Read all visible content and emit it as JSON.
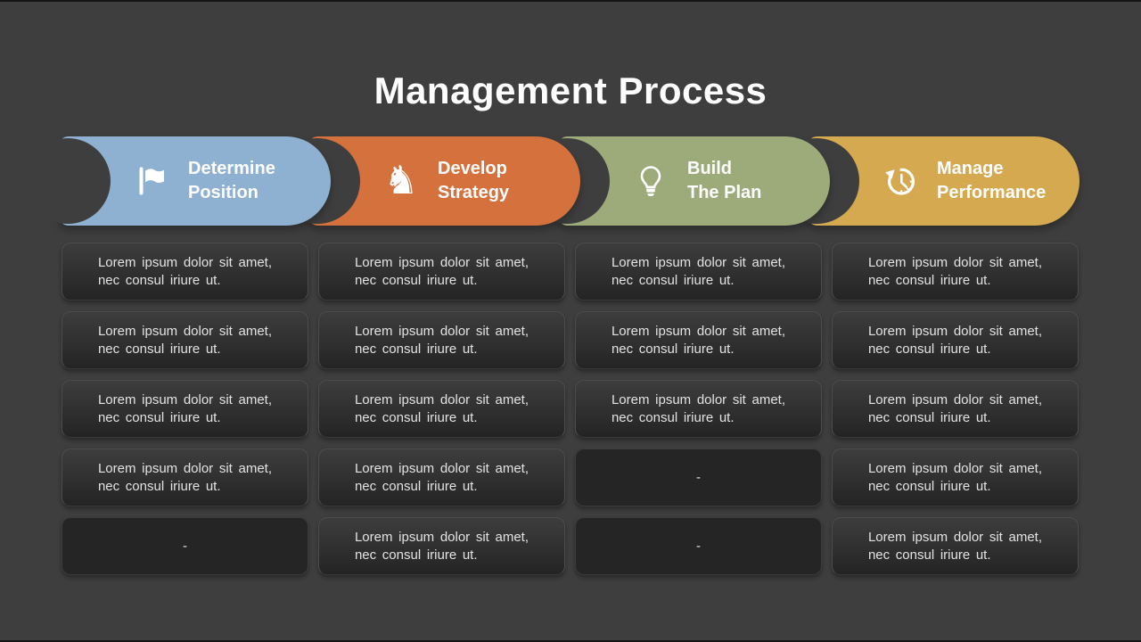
{
  "title": "Management Process",
  "colors": {
    "background": "#3e3e3e",
    "pill_blue": "#8fb1d1",
    "pill_orange": "#d4713c",
    "pill_green": "#9dab7b",
    "pill_gold": "#d5a94f",
    "cell_dark": "#242424",
    "text_light": "#e3e3e3"
  },
  "columns": [
    {
      "header": {
        "line1": "Determine",
        "line2": "Position",
        "icon": "flag-icon",
        "color": "#8fb1d1"
      },
      "cells": [
        {
          "line1": "Lorem ipsum dolor sit amet,",
          "line2": "nec consul iriure ut."
        },
        {
          "line1": "Lorem ipsum dolor sit amet,",
          "line2": "nec consul iriure ut."
        },
        {
          "line1": "Lorem ipsum dolor sit amet,",
          "line2": "nec consul iriure ut."
        },
        {
          "line1": "Lorem ipsum dolor sit amet,",
          "line2": "nec consul iriure ut."
        },
        {
          "line1": "-",
          "line2": ""
        }
      ]
    },
    {
      "header": {
        "line1": "Develop",
        "line2": "Strategy",
        "icon": "chess-knight-icon",
        "glyph": "♞",
        "color": "#d4713c"
      },
      "cells": [
        {
          "line1": "Lorem ipsum dolor sit amet,",
          "line2": "nec consul iriure ut."
        },
        {
          "line1": "Lorem ipsum dolor sit amet,",
          "line2": "nec consul iriure ut."
        },
        {
          "line1": "Lorem ipsum dolor sit amet,",
          "line2": "nec consul iriure ut."
        },
        {
          "line1": "Lorem ipsum dolor sit amet,",
          "line2": "nec consul iriure ut."
        },
        {
          "line1": "Lorem ipsum dolor sit amet,",
          "line2": "nec consul iriure ut."
        }
      ]
    },
    {
      "header": {
        "line1": "Build",
        "line2": "The Plan",
        "icon": "lightbulb-icon",
        "color": "#9dab7b"
      },
      "cells": [
        {
          "line1": "Lorem ipsum dolor sit amet,",
          "line2": "nec consul iriure ut."
        },
        {
          "line1": "Lorem ipsum dolor sit amet,",
          "line2": "nec consul iriure ut."
        },
        {
          "line1": "Lorem ipsum dolor sit amet,",
          "line2": "nec consul iriure ut."
        },
        {
          "line1": "-",
          "line2": ""
        },
        {
          "line1": "-",
          "line2": ""
        }
      ]
    },
    {
      "header": {
        "line1": "Manage",
        "line2": "Performance",
        "icon": "history-clock-icon",
        "color": "#d5a94f"
      },
      "cells": [
        {
          "line1": "Lorem ipsum dolor sit amet,",
          "line2": "nec consul iriure ut."
        },
        {
          "line1": "Lorem ipsum dolor sit amet,",
          "line2": "nec consul iriure ut."
        },
        {
          "line1": "Lorem ipsum dolor sit amet,",
          "line2": "nec consul iriure ut."
        },
        {
          "line1": "Lorem ipsum dolor sit amet,",
          "line2": "nec consul iriure ut."
        },
        {
          "line1": "Lorem ipsum dolor sit amet,",
          "line2": "nec consul iriure ut."
        }
      ]
    }
  ]
}
